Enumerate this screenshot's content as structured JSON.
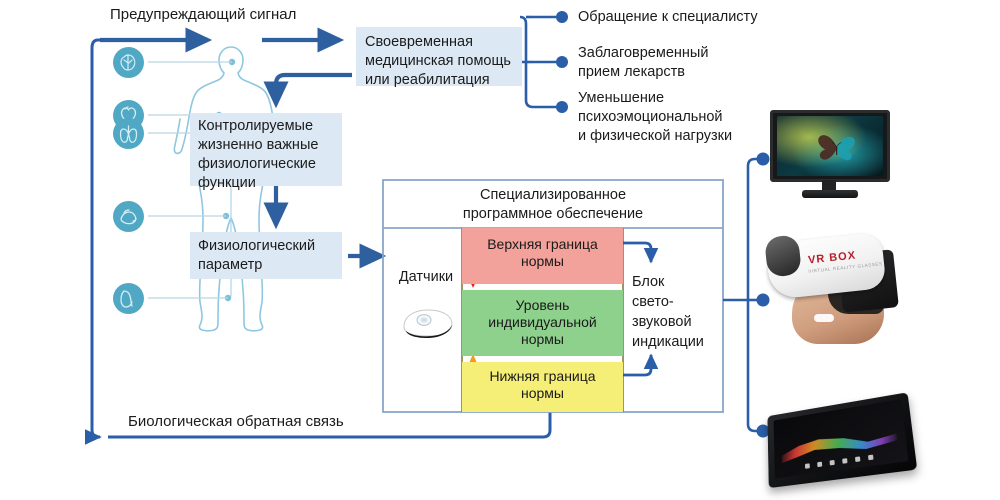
{
  "diagram": {
    "title_warning": "Предупреждающий сигнал",
    "feedback_label": "Биологическая обратная связь"
  },
  "boxes": {
    "medical_help": "Своевременная\nмедицинская помощь\nили реабилитация",
    "medical_help_lines": [
      "Своевременная",
      "медицинская помощь",
      "или реабилитация"
    ],
    "controlled_functions_lines": [
      "Контролируемые",
      "жизненно важные",
      "физиологические",
      "функции"
    ],
    "physiological_param_lines": [
      "Физиологический",
      "параметр"
    ]
  },
  "bullets": [
    {
      "text_lines": [
        "Обращение к специалисту"
      ]
    },
    {
      "text_lines": [
        "Заблаговременный",
        "прием лекарств"
      ]
    },
    {
      "text_lines": [
        "Уменьшение",
        "психоэмоциональной",
        "и физической нагрузки"
      ]
    }
  ],
  "body_icons": [
    {
      "name": "brain-icon",
      "label": "Мозг"
    },
    {
      "name": "heart-icon",
      "label": "Сердце"
    },
    {
      "name": "lungs-icon",
      "label": "Легкие"
    },
    {
      "name": "muscle-icon",
      "label": "Мышцы"
    },
    {
      "name": "kidney-icon",
      "label": "Почки"
    }
  ],
  "software_block": {
    "title_lines": [
      "Специализированное",
      "программное обеспечение"
    ],
    "sensors_label": "Датчики",
    "indication_lines": [
      "Блок",
      "свето-",
      "звуковой",
      "индикации"
    ],
    "bands": [
      {
        "key": "upper",
        "text_lines": [
          "Верхняя граница",
          "нормы"
        ],
        "color": "#f2a29a",
        "arrow": "down",
        "arrow_color": "#e8241c"
      },
      {
        "key": "normal",
        "text_lines": [
          "Уровень",
          "индивидуальной",
          "нормы"
        ],
        "color": "#8ed18c",
        "arrow": "none",
        "arrow_color": ""
      },
      {
        "key": "lower",
        "text_lines": [
          "Нижняя граница",
          "нормы"
        ],
        "color": "#f5ef77",
        "arrow": "up",
        "arrow_color": "#f59a1e"
      }
    ]
  },
  "devices": [
    {
      "name": "tv-device",
      "label": "Телевизор"
    },
    {
      "name": "vr-headset-device",
      "label": "VR BOX"
    },
    {
      "name": "tablet-device",
      "label": "Планшет"
    }
  ],
  "vr": {
    "brand": "VR BOX",
    "sub": "VIRTUAL REALITY GLASSES"
  },
  "colors": {
    "arrow_blue": "#2e5f9e",
    "line_blue": "#2a5ea8",
    "textbox_bg": "#dce9f4",
    "icon_teal": "#51a8c4",
    "body_outline": "#8ec7e0",
    "band_upper": "#f2a29a",
    "band_normal": "#8ed18c",
    "band_lower": "#f5ef77",
    "box_border": "#8aa6c8"
  }
}
